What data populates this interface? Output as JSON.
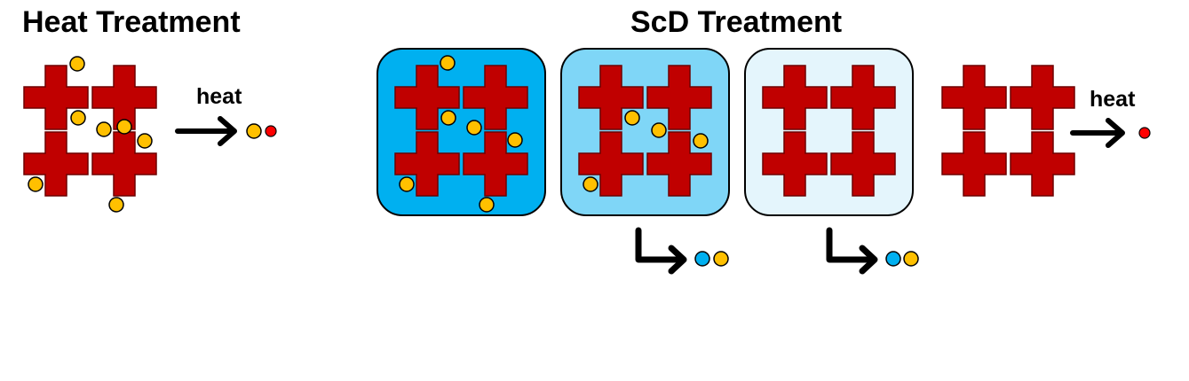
{
  "titles": {
    "heat_treatment": "Heat Treatment",
    "scd_treatment": "ScD Treatment"
  },
  "labels": {
    "heat_left": "heat",
    "heat_right": "heat"
  },
  "colors": {
    "cross": "#C00000",
    "cross_stroke": "#6E0000",
    "guest_molecule": "#FFC000",
    "solvent_molecule": "#00B0F0",
    "residual_molecule": "#FF0000",
    "box_dark": "#00B0F0",
    "box_medium": "#7FD6F7",
    "box_light": "#E4F5FC",
    "arrow": "#000000"
  },
  "icons": {
    "framework_unit": "red-cross-icon",
    "guest_molecule": "yellow-circle-icon",
    "solvent_molecule": "blue-circle-icon",
    "residual_molecule": "red-circle-icon",
    "arrow": "right-arrow-icon",
    "bent_arrow": "bent-arrow-icon"
  }
}
